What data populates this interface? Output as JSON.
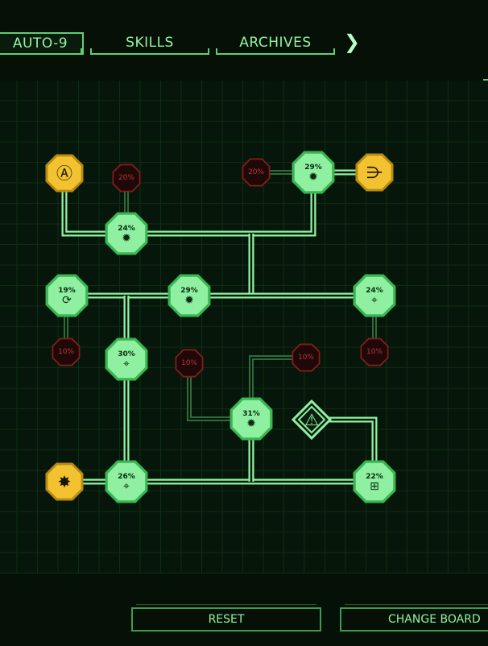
{
  "tabs": [
    {
      "label": "AUTO-9",
      "active": true
    },
    {
      "label": "SKILLS",
      "active": false
    },
    {
      "label": "ARCHIVES",
      "active": false
    }
  ],
  "tab_more_glyph": "❯",
  "colors": {
    "active_fill": "#8ef0a0",
    "active_edge": "#39b552",
    "gold_fill": "#f2c230",
    "gold_edge": "#b78a10",
    "locked_fill": "#200708",
    "locked_edge": "#7e1e1e",
    "link": "#8ff5a0",
    "link_dim": "#2e6b3a"
  },
  "nodes": [
    {
      "id": "n-ammo-switch",
      "state": "gold",
      "icon": "ammo-switch-icon",
      "glyph": "Ⓐ",
      "pct": ""
    },
    {
      "id": "n-locked-20a",
      "state": "locked",
      "icon": "",
      "glyph": "",
      "pct": "20%"
    },
    {
      "id": "n-burst-24",
      "state": "active",
      "icon": "explosion-icon",
      "glyph": "✹",
      "pct": "24%"
    },
    {
      "id": "n-locked-20b",
      "state": "locked",
      "icon": "",
      "glyph": "",
      "pct": "20%"
    },
    {
      "id": "n-burst-29a",
      "state": "active",
      "icon": "explosion-icon",
      "glyph": "✹",
      "pct": "29%"
    },
    {
      "id": "n-spread-shot",
      "state": "gold",
      "icon": "spread-shot-icon",
      "glyph": "⋺",
      "pct": ""
    },
    {
      "id": "n-reload-19",
      "state": "active",
      "icon": "reload-icon",
      "glyph": "⟳",
      "pct": "19%"
    },
    {
      "id": "n-burst-29b",
      "state": "active",
      "icon": "explosion-icon",
      "glyph": "✹",
      "pct": "29%"
    },
    {
      "id": "n-target-24",
      "state": "active",
      "icon": "crosshair-icon",
      "glyph": "⌖",
      "pct": "24%"
    },
    {
      "id": "n-locked-10a",
      "state": "locked",
      "icon": "",
      "glyph": "",
      "pct": "10%"
    },
    {
      "id": "n-locked-10b",
      "state": "locked",
      "icon": "",
      "glyph": "",
      "pct": "10%"
    },
    {
      "id": "n-target-30",
      "state": "active",
      "icon": "crosshair-icon",
      "glyph": "⌖",
      "pct": "30%"
    },
    {
      "id": "n-locked-10c",
      "state": "locked",
      "icon": "",
      "glyph": "",
      "pct": "10%"
    },
    {
      "id": "n-locked-10d",
      "state": "locked",
      "icon": "",
      "glyph": "",
      "pct": "10%"
    },
    {
      "id": "n-burst-31",
      "state": "active",
      "icon": "explosion-icon",
      "glyph": "✹",
      "pct": "31%"
    },
    {
      "id": "n-power-chip",
      "state": "special",
      "icon": "warning-triangle-icon",
      "glyph": "⚠",
      "pct": ""
    },
    {
      "id": "n-splatter",
      "state": "gold",
      "icon": "splatter-icon",
      "glyph": "✸",
      "pct": ""
    },
    {
      "id": "n-target-26",
      "state": "active",
      "icon": "crosshair-icon",
      "glyph": "⌖",
      "pct": "26%"
    },
    {
      "id": "n-ammo-22",
      "state": "active",
      "icon": "ammo-plus-icon",
      "glyph": "⊞",
      "pct": "22%"
    }
  ],
  "buttons": {
    "reset": "RESET",
    "change_board": "CHANGE BOARD"
  }
}
